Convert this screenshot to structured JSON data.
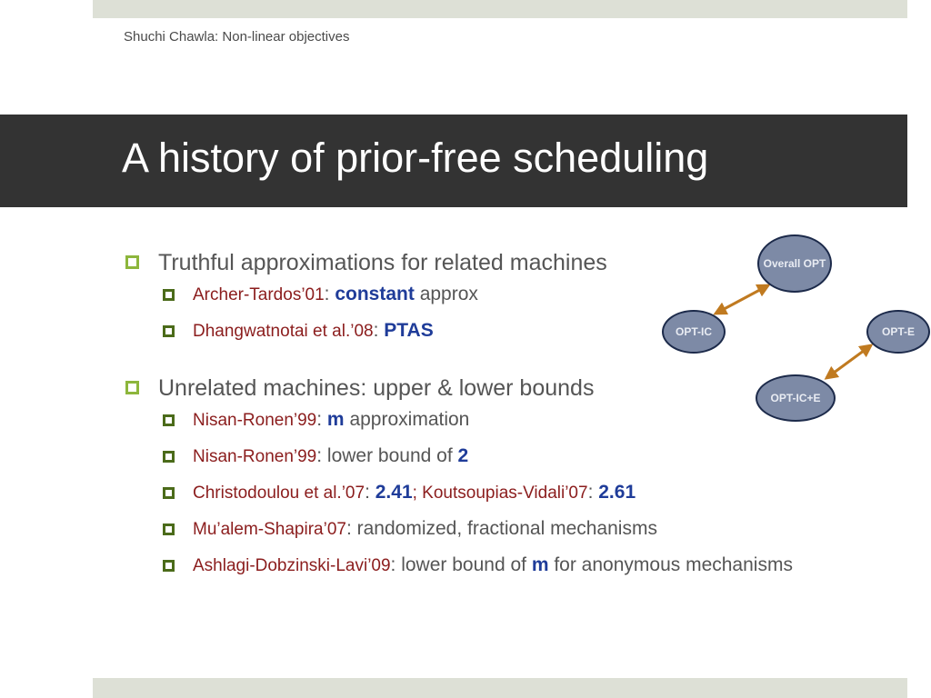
{
  "header": {
    "text": "Shuchi Chawla: Non-linear objectives"
  },
  "slide": {
    "title": "A history of prior-free scheduling"
  },
  "bullets": {
    "b1": {
      "text": "Truthful approximations for related machines"
    },
    "b1s1": {
      "ref": "Archer-Tardos’01",
      "sep": ": ",
      "em": "constant",
      "tail": " approx"
    },
    "b1s2": {
      "ref": "Dhangwatnotai et al.’08",
      "sep": ": ",
      "em": "PTAS"
    },
    "b2": {
      "text": "Unrelated machines: upper & lower bounds"
    },
    "b2s1": {
      "ref": "Nisan-Ronen’99",
      "sep": ": ",
      "em": "m",
      "tail": " approximation"
    },
    "b2s2": {
      "ref": "Nisan-Ronen’99",
      "sep": ": lower bound of ",
      "em": "2"
    },
    "b2s3": {
      "ref": "Christodoulou et al.’07",
      "sep": ": ",
      "em": "2.41",
      "ref2": "; Koutsoupias-Vidali’07",
      "sep2": ": ",
      "em2": "2.61"
    },
    "b2s4": {
      "ref": "Mu’alem-Shapira’07",
      "tail": ": randomized, fractional mechanisms"
    },
    "b2s5": {
      "ref": "Ashlagi-Dobzinski-Lavi’09",
      "sep": ": lower bound of ",
      "em": "m",
      "tail": " for anonymous mechanisms"
    }
  },
  "diagram": {
    "node_overall": "Overall OPT",
    "node_optic": "OPT-IC",
    "node_opte": "OPT-E",
    "node_opticE": "OPT-IC+E",
    "colors": {
      "node_fill": "#7d8aa6",
      "node_border": "#1c2a4a",
      "arrow": "#c07a20"
    }
  }
}
